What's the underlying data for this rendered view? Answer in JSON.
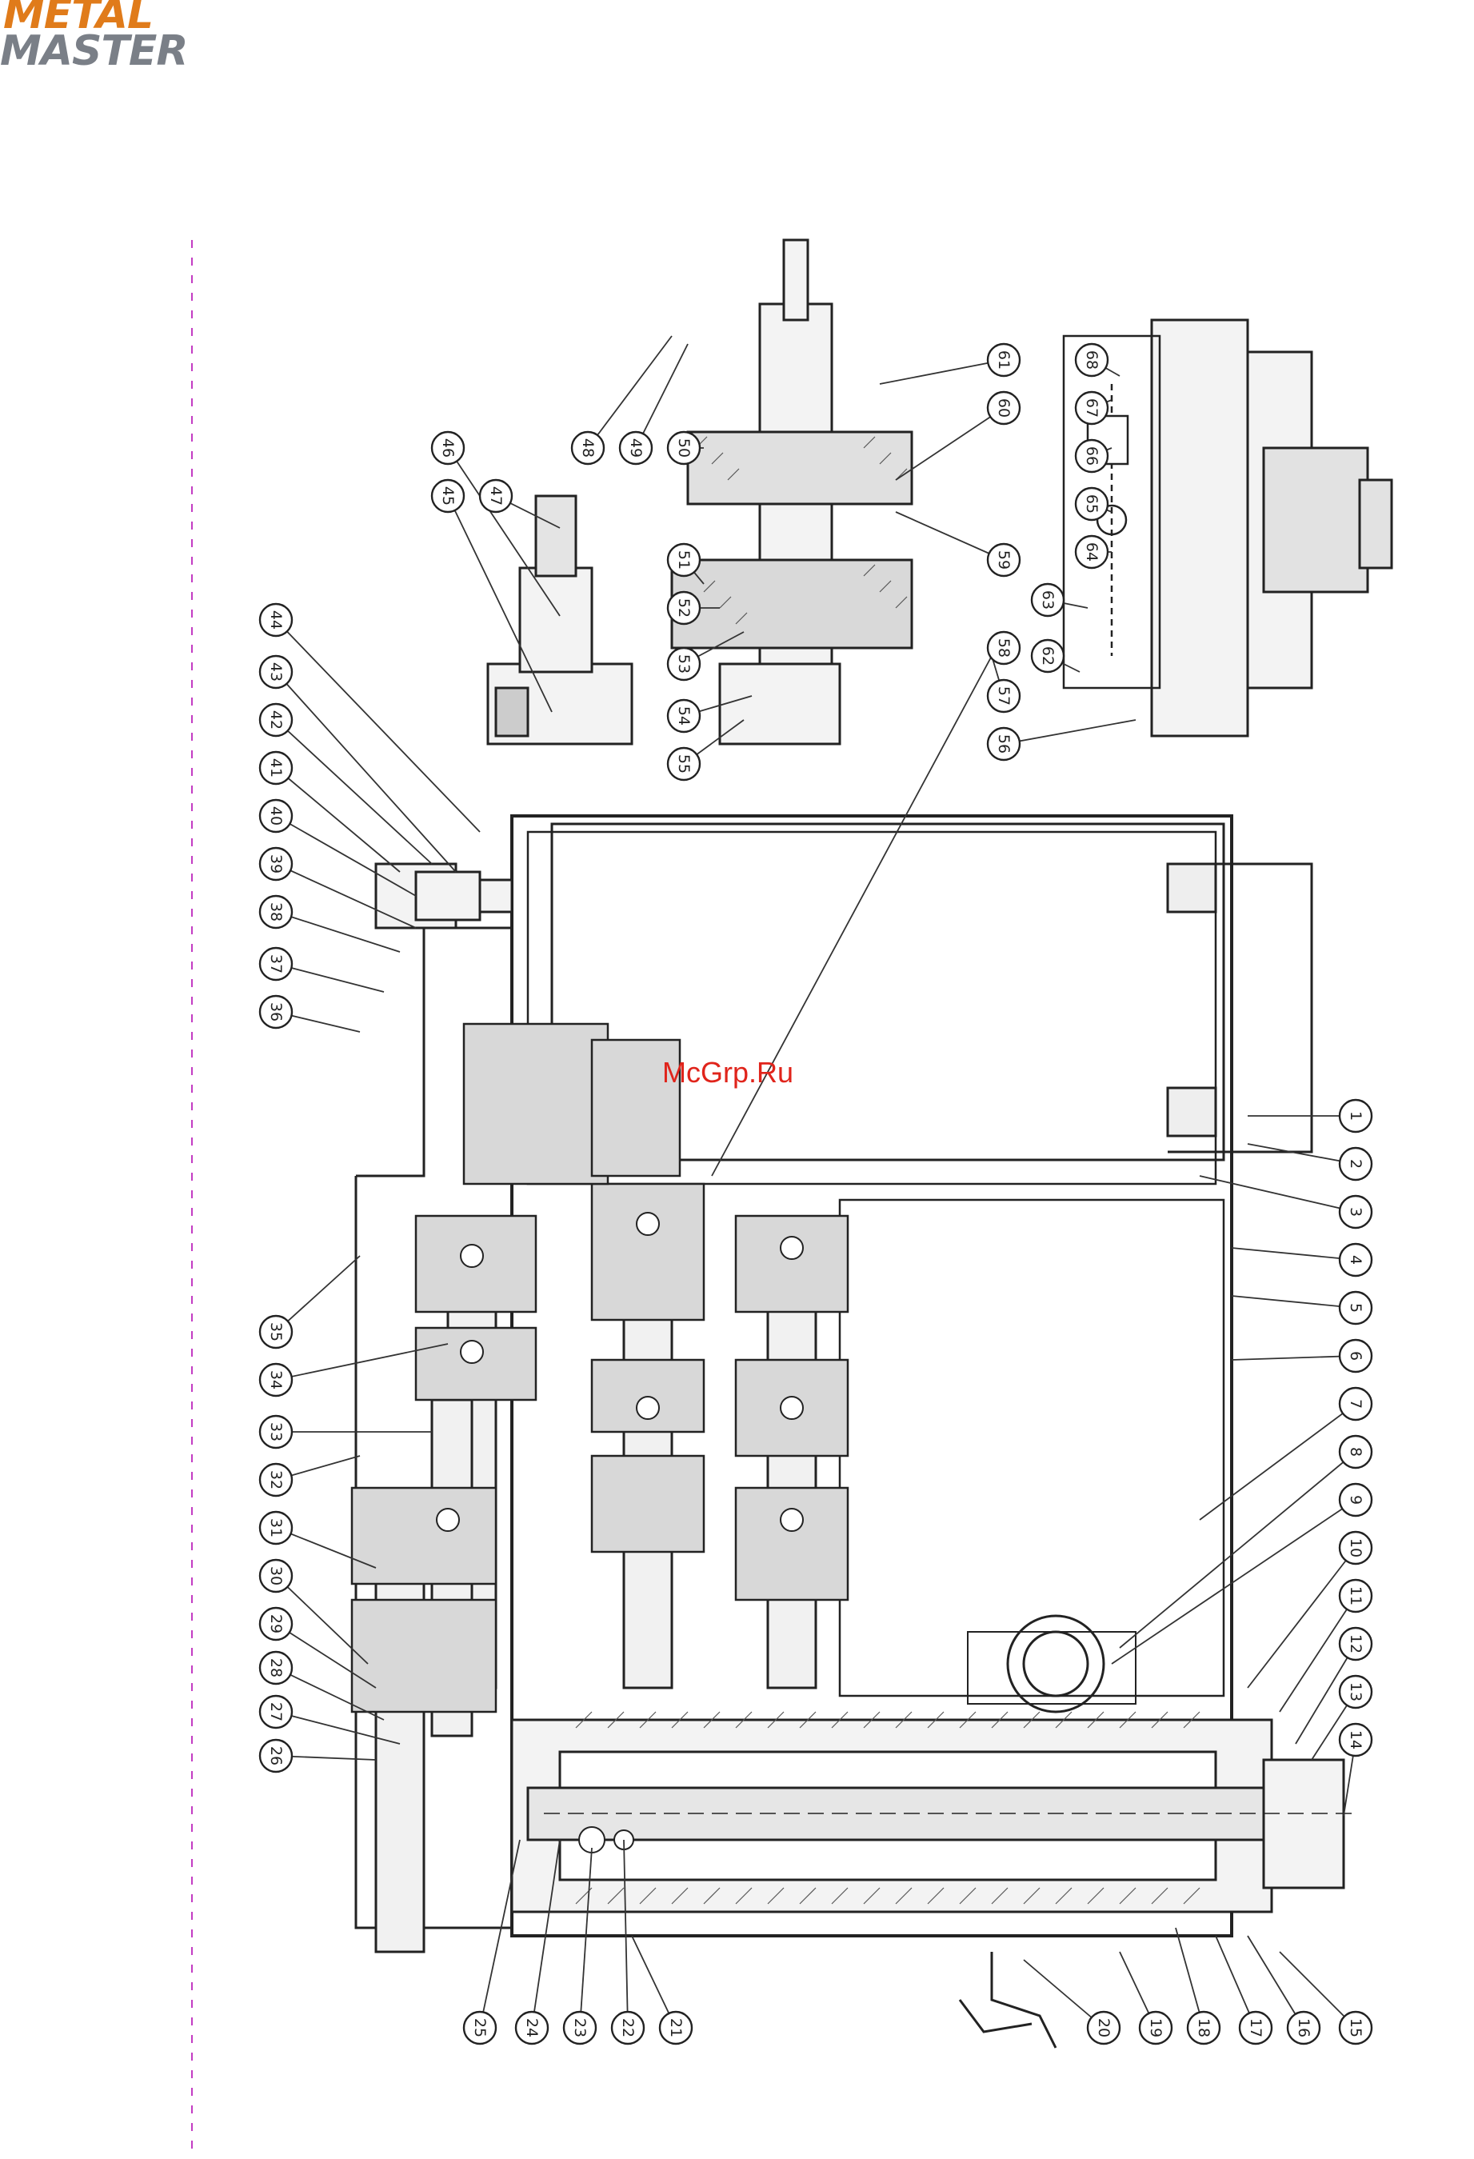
{
  "logo": {
    "line1": "METAL",
    "line2": "MASTER",
    "brand_color": "#e07b1a",
    "gray": "#7a7f87"
  },
  "watermark": {
    "text": "McGrp.Ru",
    "color": "#e0241b"
  },
  "callouts": [
    {
      "label": "1"
    },
    {
      "label": "2"
    },
    {
      "label": "3"
    },
    {
      "label": "4"
    },
    {
      "label": "5"
    },
    {
      "label": "6"
    },
    {
      "label": "7"
    },
    {
      "label": "8"
    },
    {
      "label": "9"
    },
    {
      "label": "10"
    },
    {
      "label": "11"
    },
    {
      "label": "12"
    },
    {
      "label": "13"
    },
    {
      "label": "14"
    },
    {
      "label": "15"
    },
    {
      "label": "16"
    },
    {
      "label": "17"
    },
    {
      "label": "18"
    },
    {
      "label": "19"
    },
    {
      "label": "20"
    },
    {
      "label": "21"
    },
    {
      "label": "22"
    },
    {
      "label": "23"
    },
    {
      "label": "24"
    },
    {
      "label": "25"
    },
    {
      "label": "26"
    },
    {
      "label": "27"
    },
    {
      "label": "28"
    },
    {
      "label": "29"
    },
    {
      "label": "30"
    },
    {
      "label": "31"
    },
    {
      "label": "32"
    },
    {
      "label": "33"
    },
    {
      "label": "34"
    },
    {
      "label": "35"
    },
    {
      "label": "36"
    },
    {
      "label": "37"
    },
    {
      "label": "38"
    },
    {
      "label": "39"
    },
    {
      "label": "40"
    },
    {
      "label": "41"
    },
    {
      "label": "42"
    },
    {
      "label": "43"
    },
    {
      "label": "44"
    },
    {
      "label": "45"
    },
    {
      "label": "46"
    },
    {
      "label": "47"
    },
    {
      "label": "48"
    },
    {
      "label": "49"
    },
    {
      "label": "50"
    },
    {
      "label": "51"
    },
    {
      "label": "52"
    },
    {
      "label": "53"
    },
    {
      "label": "54"
    },
    {
      "label": "55"
    },
    {
      "label": "56"
    },
    {
      "label": "57"
    },
    {
      "label": "58"
    },
    {
      "label": "59"
    },
    {
      "label": "60"
    },
    {
      "label": "61"
    },
    {
      "label": "62"
    },
    {
      "label": "63"
    },
    {
      "label": "64"
    },
    {
      "label": "65"
    },
    {
      "label": "66"
    },
    {
      "label": "67"
    },
    {
      "label": "68"
    }
  ]
}
